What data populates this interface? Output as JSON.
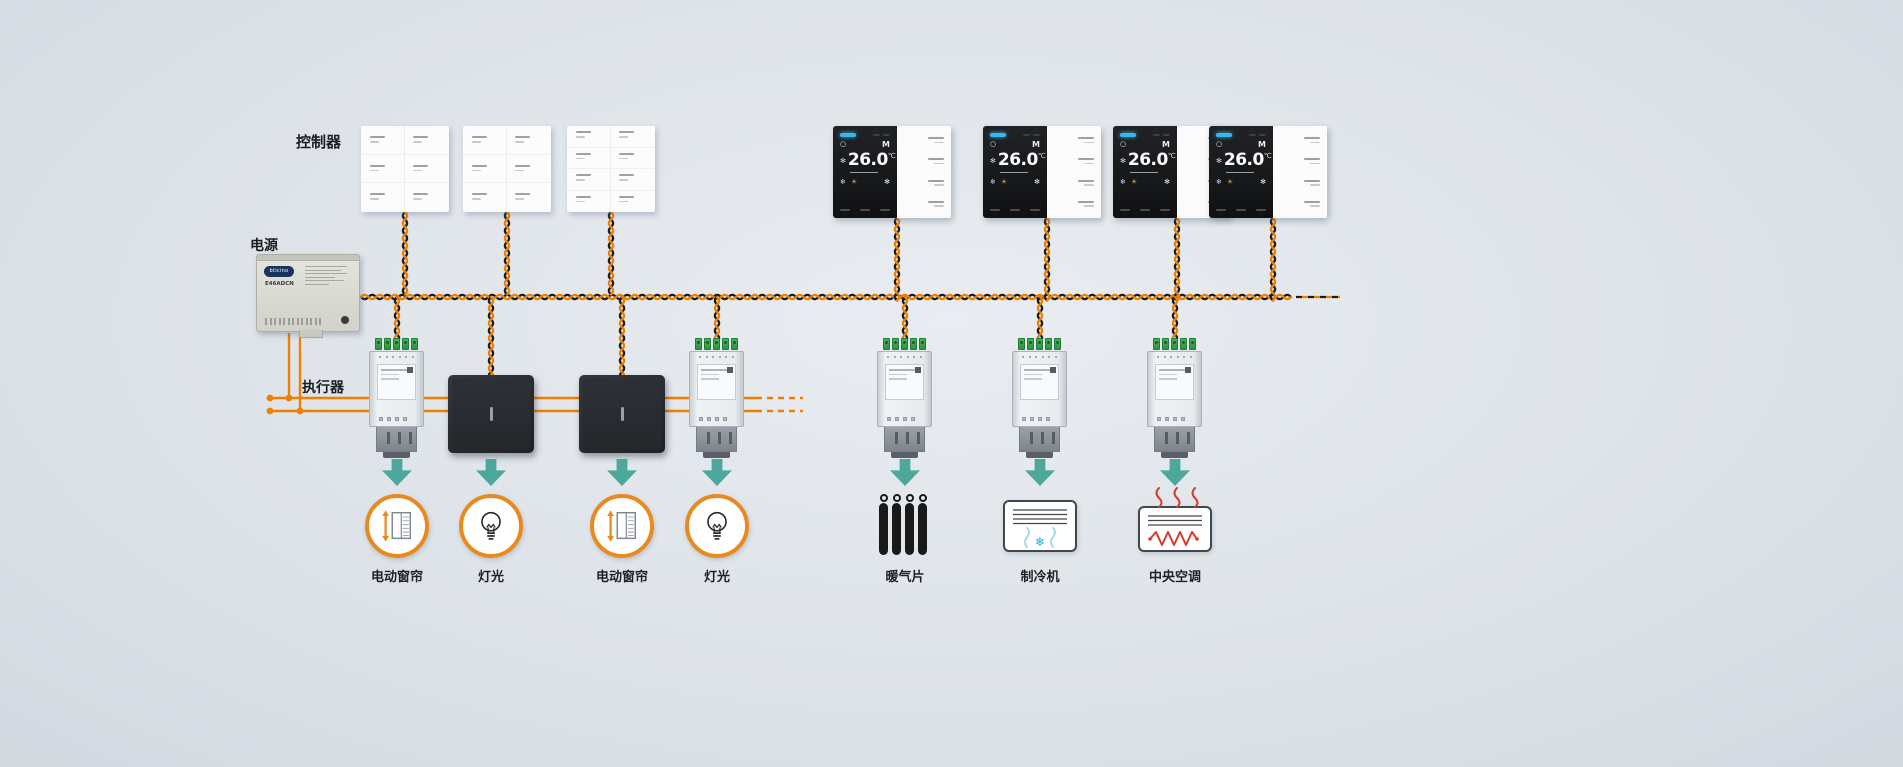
{
  "labels": {
    "controllers": "控制器",
    "power_supply": "电源",
    "actuators": "执行器"
  },
  "power_supply": {
    "brand": "bticino",
    "model": "E46ADCN"
  },
  "thermostat": {
    "power_icon": "○",
    "mode_label": "M",
    "fan_icon": "✻",
    "temp": "26.0",
    "unit": "℃",
    "cool_icon": "❄",
    "sun_icon": "☀"
  },
  "devices": [
    {
      "type": "curtain",
      "caption": "电动窗帘"
    },
    {
      "type": "light",
      "caption": "灯光"
    },
    {
      "type": "curtain",
      "caption": "电动窗帘"
    },
    {
      "type": "light",
      "caption": "灯光"
    },
    {
      "type": "radiator",
      "caption": "暖气片"
    },
    {
      "type": "chiller",
      "caption": "制冷机"
    },
    {
      "type": "central_ac",
      "caption": "中央空调"
    }
  ],
  "colors": {
    "bus_orange": "#ee7f00",
    "bus_dark": "#1d1d1d",
    "arrow_teal": "#4da79a",
    "icon_orange": "#e98a1f",
    "display_blue": "#38b7ea",
    "heat_red": "#d63a2c",
    "cool_blue": "#2ea4da"
  }
}
